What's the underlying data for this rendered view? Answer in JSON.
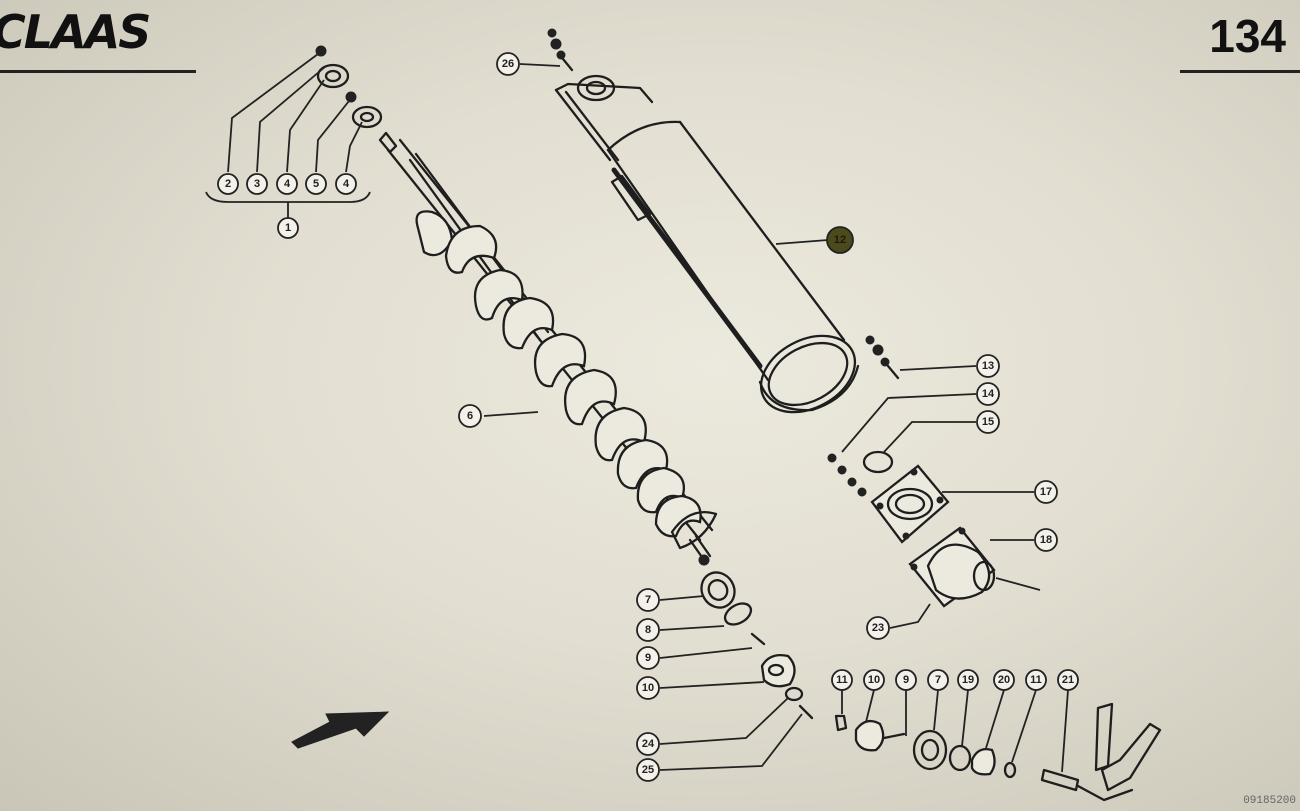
{
  "header": {
    "brand": "CLAAS",
    "page_number": "134"
  },
  "footer": {
    "drawing_code": "09185200"
  },
  "callouts": {
    "c1": "1",
    "c2": "2",
    "c3": "3",
    "c4a": "4",
    "c5": "5",
    "c4b": "4",
    "c6": "6",
    "c7a": "7",
    "c8": "8",
    "c9a": "9",
    "c10a": "10",
    "c24": "24",
    "c25a": "25",
    "c26": "26",
    "c12": "12",
    "c13": "13",
    "c14": "14",
    "c15": "15",
    "c17": "17",
    "c18": "18",
    "c23": "23",
    "c11a": "11",
    "c10b": "10",
    "c9b": "9",
    "c7b": "7",
    "c19": "19",
    "c20": "20",
    "c11b": "11",
    "c21": "21"
  },
  "colors": {
    "ink": "#222222",
    "paper": "#e9e6db",
    "highlight": "#4a4a1c"
  }
}
